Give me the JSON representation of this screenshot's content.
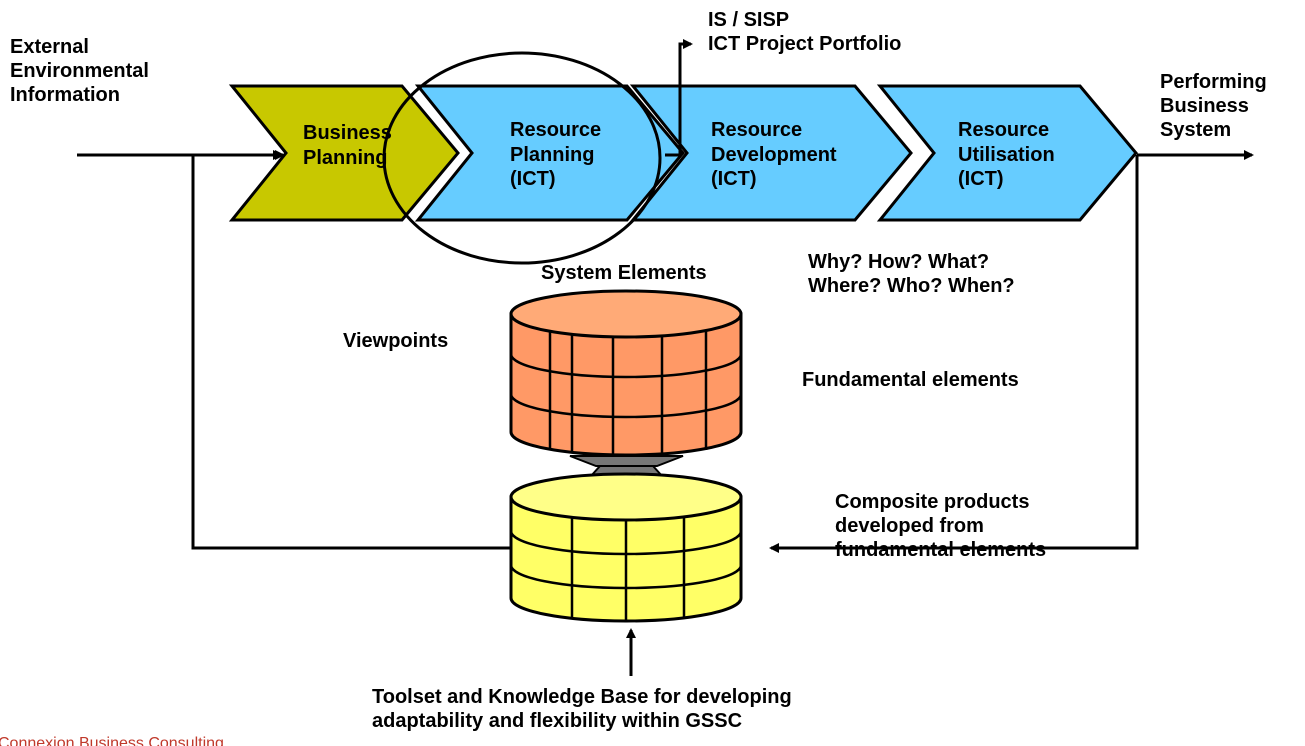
{
  "labels": {
    "external_info": [
      "External",
      "Environmental",
      "Information"
    ],
    "is_sisp": [
      "IS / SISP",
      "ICT Project Portfolio"
    ],
    "performing_system": [
      "Performing",
      "Business",
      "System"
    ],
    "system_elements": "System Elements",
    "questions": [
      "Why? How? What?",
      "Where? Who? When?"
    ],
    "viewpoints": "Viewpoints",
    "fundamental_elements": "Fundamental elements",
    "composite_products": [
      "Composite products",
      "developed from",
      "fundamental elements"
    ],
    "toolset": [
      "Toolset and Knowledge Base for developing",
      "adaptability and flexibility within GSSC"
    ]
  },
  "stages": [
    {
      "lines": [
        "Business",
        "Planning"
      ]
    },
    {
      "lines": [
        "Resource",
        "Planning",
        "(ICT)"
      ]
    },
    {
      "lines": [
        "Resource",
        "Development",
        "(ICT)"
      ]
    },
    {
      "lines": [
        "Resource",
        "Utilisation",
        "(ICT)"
      ]
    }
  ],
  "footer": "Connexion Business Consulting",
  "colors": {
    "business_chevron": "#c8c800",
    "resource_chevron": "#66ccff",
    "upper_cylinder": "#ff9966",
    "lower_cylinder": "#ffff66",
    "connector": "#777777",
    "footer_text": "#c0392b"
  }
}
